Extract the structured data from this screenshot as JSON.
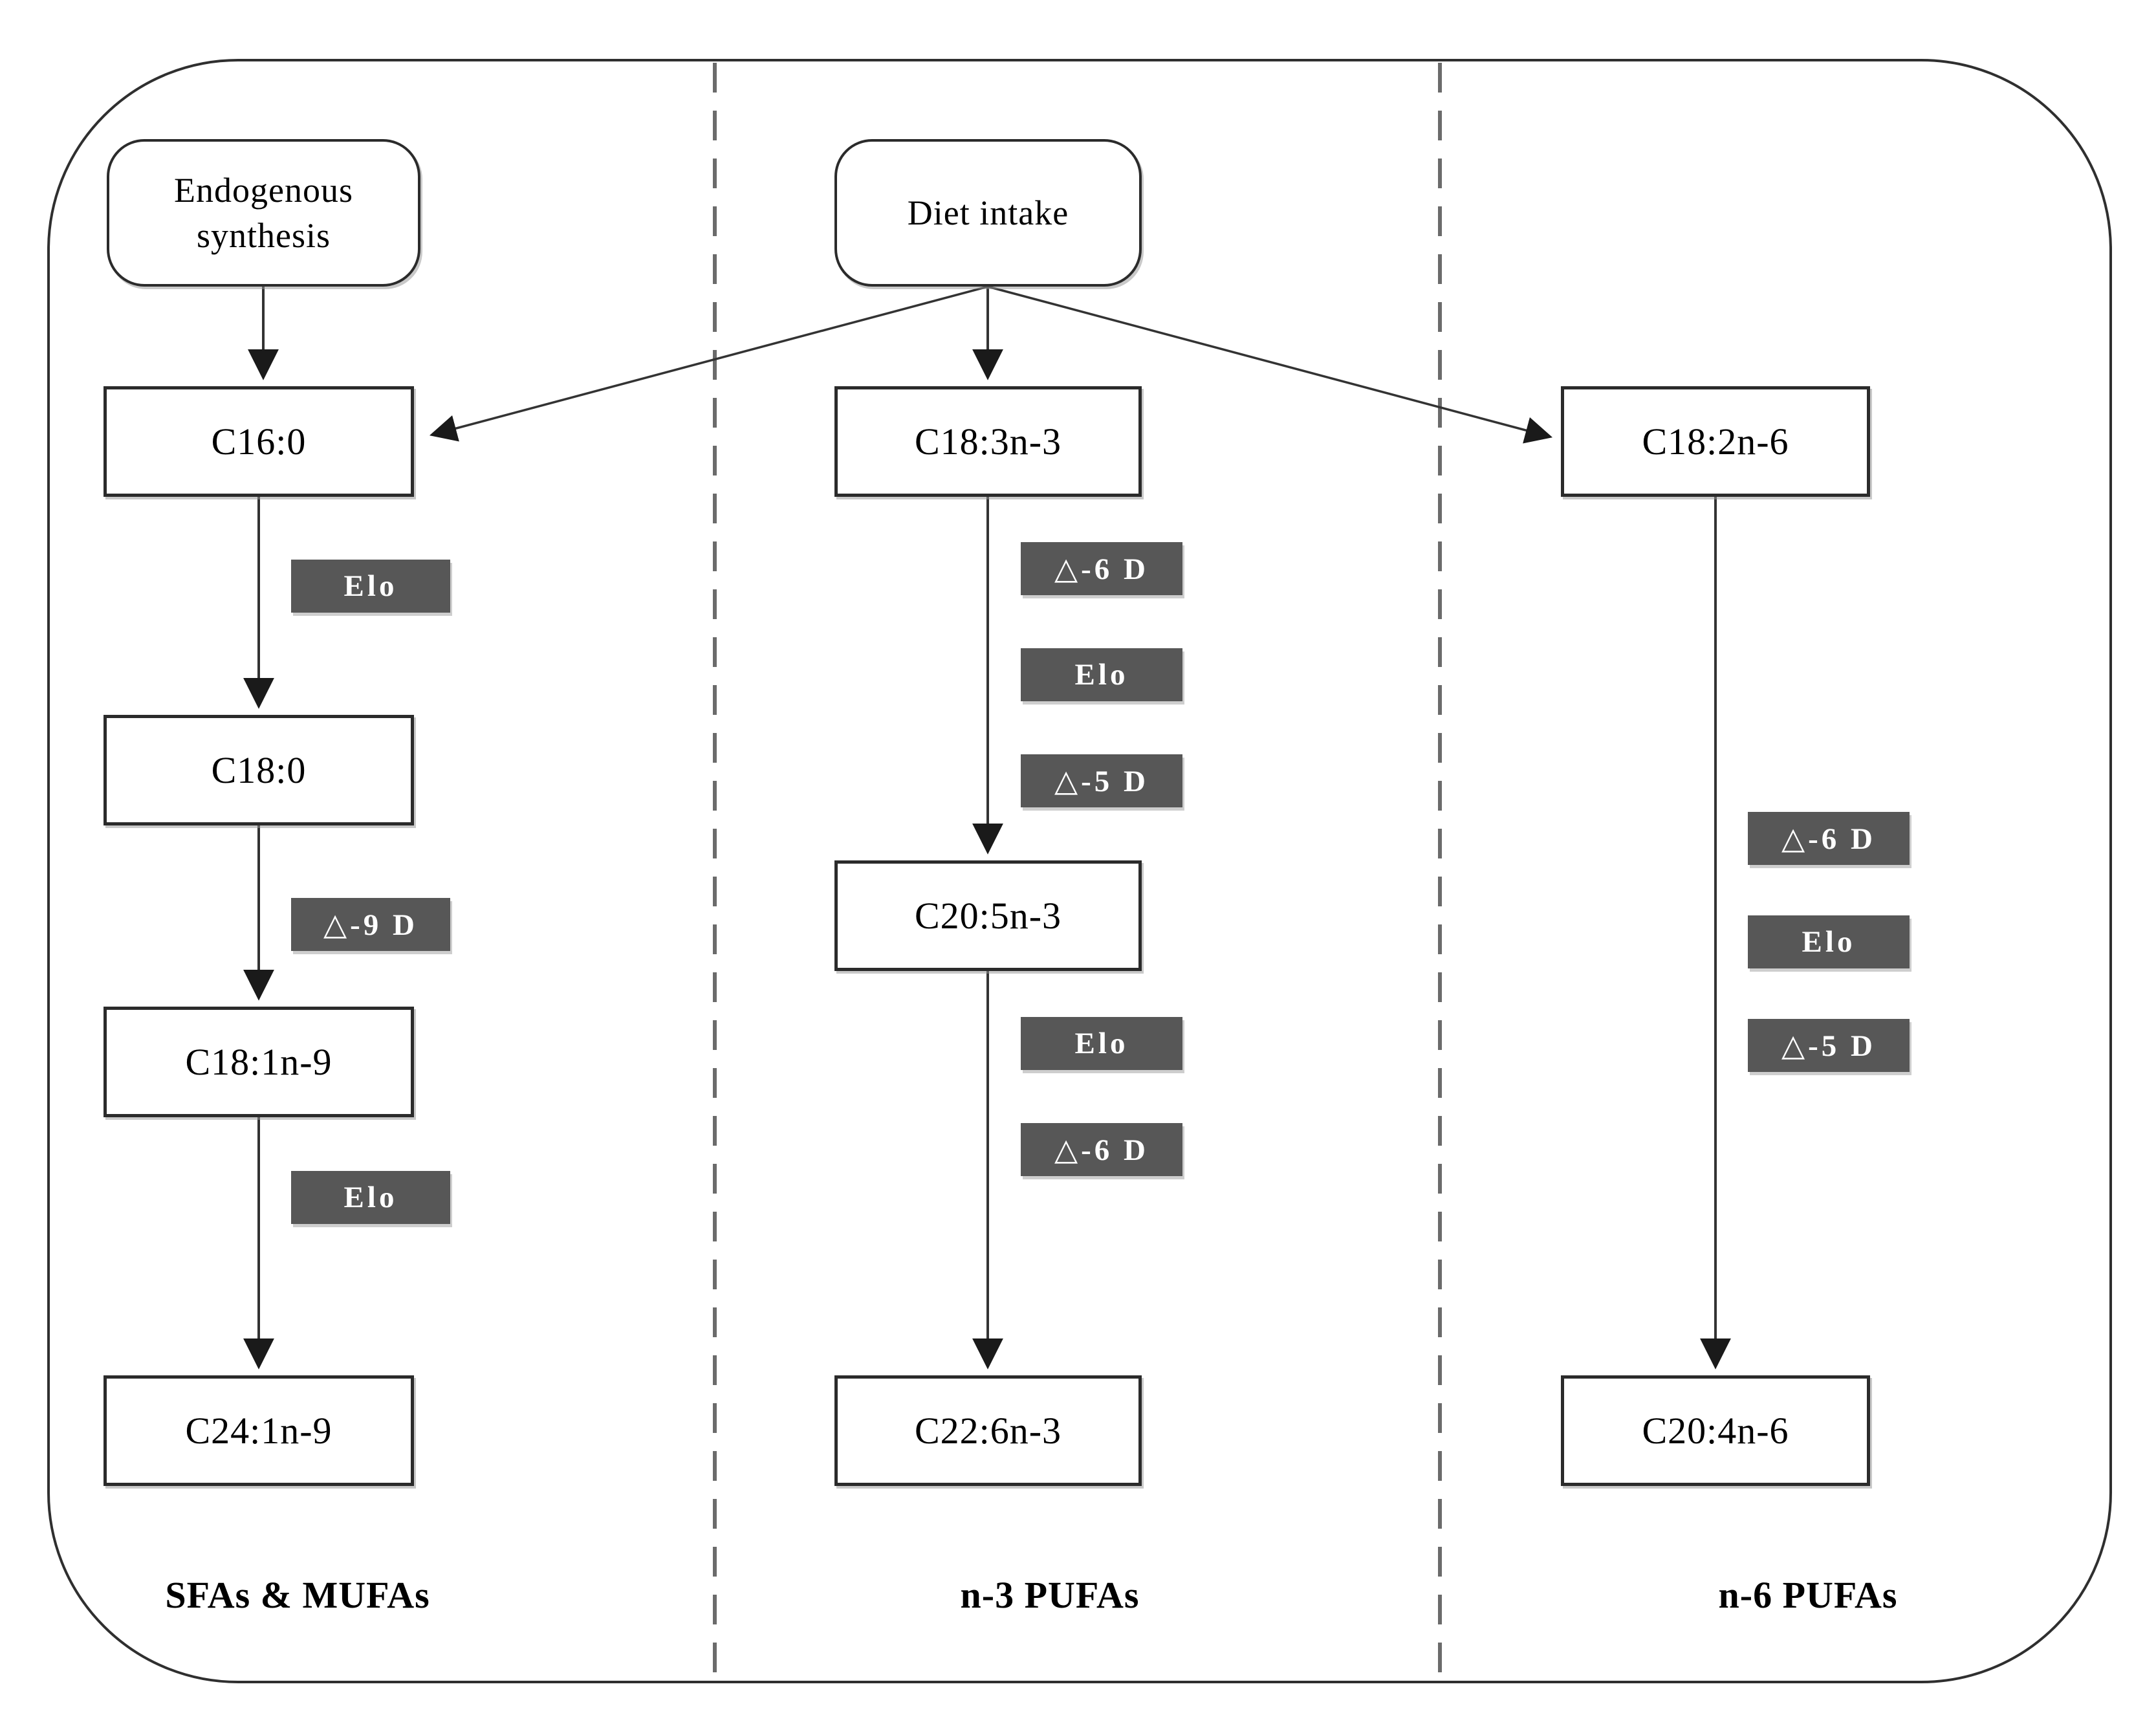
{
  "sources": [
    {
      "id": "endogenous-synthesis",
      "label": "Endogenous synthesis"
    },
    {
      "id": "diet-intake",
      "label": "Diet intake"
    }
  ],
  "columns": [
    {
      "footer": "SFAs & MUFAs",
      "nodes": [
        {
          "label": "C16:0"
        },
        {
          "label": "C18:0"
        },
        {
          "label": "C18:1n-9"
        },
        {
          "label": "C24:1n-9"
        }
      ],
      "enzymes": [
        {
          "label": "Elo"
        },
        {
          "label": "△-9 D"
        },
        {
          "label": "Elo"
        }
      ]
    },
    {
      "footer": "n-3 PUFAs",
      "nodes": [
        {
          "label": "C18:3n-3"
        },
        {
          "label": "C20:5n-3"
        },
        {
          "label": "C22:6n-3"
        }
      ],
      "enzymes": [
        {
          "label": "△-6 D"
        },
        {
          "label": "Elo"
        },
        {
          "label": "△-5 D"
        },
        {
          "label": "Elo"
        },
        {
          "label": "△-6 D"
        }
      ]
    },
    {
      "footer": "n-6 PUFAs",
      "nodes": [
        {
          "label": "C18:2n-6"
        },
        {
          "label": "C20:4n-6"
        }
      ],
      "enzymes": [
        {
          "label": "△-6 D"
        },
        {
          "label": "Elo"
        },
        {
          "label": "△-5 D"
        }
      ]
    }
  ],
  "colors": {
    "node_border": "#2b2b2b",
    "enzyme_bg": "#575757",
    "enzyme_text": "#ffffff",
    "line": "#333333",
    "divider": "#6b6b6b",
    "background": "#ffffff"
  }
}
